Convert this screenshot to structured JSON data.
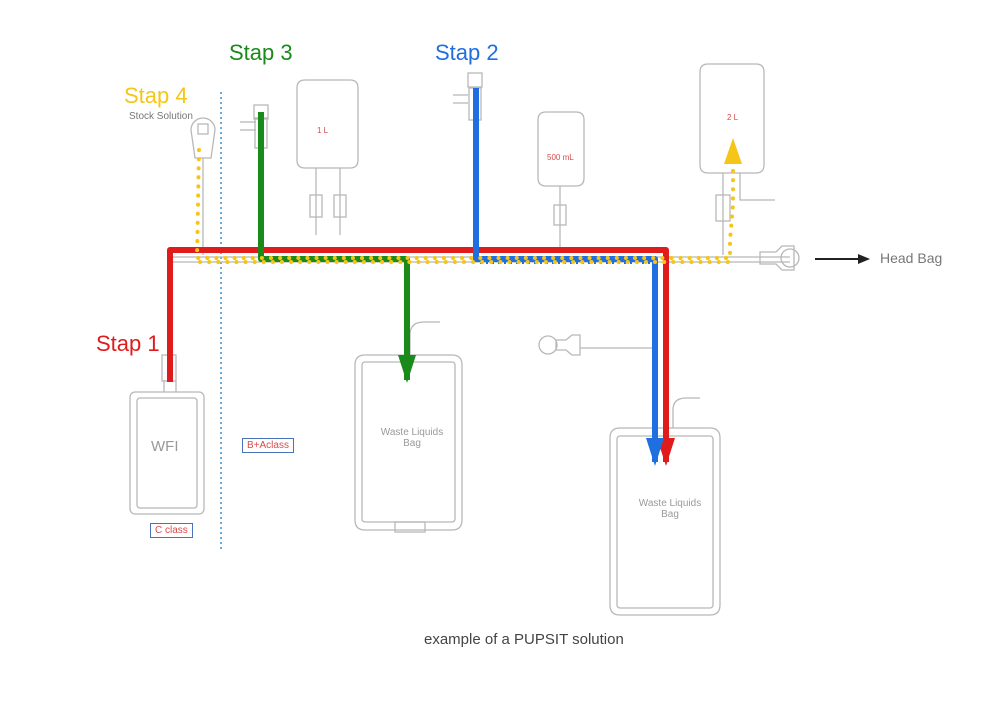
{
  "steps": {
    "step1": {
      "label": "Stap 1",
      "color": "#e01b1b"
    },
    "step2": {
      "label": "Stap 2",
      "color": "#1f6fe0"
    },
    "step3": {
      "label": "Stap 3",
      "color": "#1a8a1a"
    },
    "step4": {
      "label": "Stap 4",
      "color": "#f5c518"
    }
  },
  "stock_solution_label": "Stock Solution",
  "bags": {
    "wfi": "WFI",
    "bag_1l": "1 L",
    "bag_500ml": "500 mL",
    "bag_2l": "2 L",
    "waste1_line1": "Waste Liquids",
    "waste1_line2": "Bag",
    "waste2_line1": "Waste Liquids",
    "waste2_line2": "Bag"
  },
  "classes": {
    "c_class": "C class",
    "b_a_class": "B+Aclass"
  },
  "head_bag_label": "Head Bag",
  "caption": "example of a PUPSIT solution",
  "colors": {
    "equipment": "#b8b8b8",
    "divider": "#3a8fd0",
    "arrow": "#222222"
  }
}
